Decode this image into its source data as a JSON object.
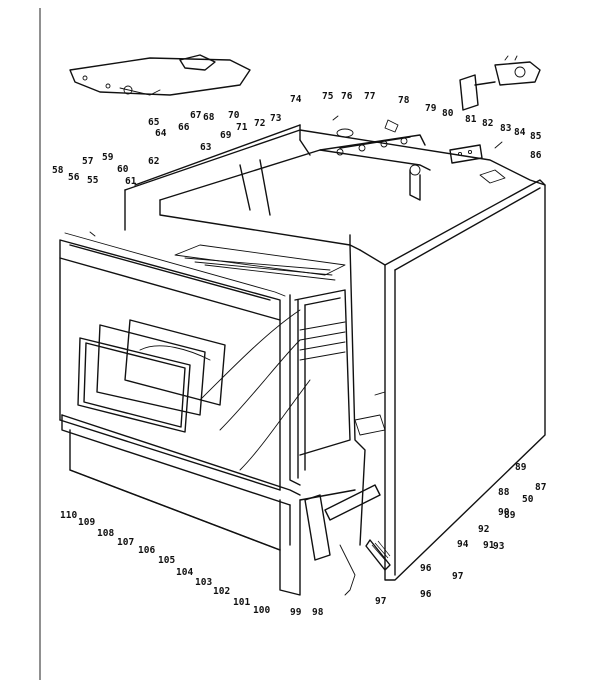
{
  "diagram": {
    "labels": [
      {
        "text": "65"
      },
      {
        "text": "64"
      },
      {
        "text": "66"
      },
      {
        "text": "67"
      },
      {
        "text": "68"
      },
      {
        "text": "70"
      },
      {
        "text": "69"
      },
      {
        "text": "63"
      },
      {
        "text": "71"
      },
      {
        "text": "72"
      },
      {
        "text": "73"
      },
      {
        "text": "74"
      },
      {
        "text": "75"
      },
      {
        "text": "76"
      },
      {
        "text": "77"
      },
      {
        "text": "78"
      },
      {
        "text": "79"
      },
      {
        "text": "80"
      },
      {
        "text": "81"
      },
      {
        "text": "82"
      },
      {
        "text": "83"
      },
      {
        "text": "84"
      },
      {
        "text": "85"
      },
      {
        "text": "86"
      },
      {
        "text": "57"
      },
      {
        "text": "59"
      },
      {
        "text": "60"
      },
      {
        "text": "61"
      },
      {
        "text": "62"
      },
      {
        "text": "58"
      },
      {
        "text": "56"
      },
      {
        "text": "55"
      },
      {
        "text": "89"
      },
      {
        "text": "87"
      },
      {
        "text": "88"
      },
      {
        "text": "90"
      },
      {
        "text": "89"
      },
      {
        "text": "50"
      },
      {
        "text": "92"
      },
      {
        "text": "91"
      },
      {
        "text": "94"
      },
      {
        "text": "93"
      },
      {
        "text": "96"
      },
      {
        "text": "97"
      },
      {
        "text": "96"
      },
      {
        "text": "97"
      },
      {
        "text": "98"
      },
      {
        "text": "99"
      },
      {
        "text": "100"
      },
      {
        "text": "101"
      },
      {
        "text": "102"
      },
      {
        "text": "103"
      },
      {
        "text": "104"
      },
      {
        "text": "105"
      },
      {
        "text": "106"
      },
      {
        "text": "107"
      },
      {
        "text": "108"
      },
      {
        "text": "109"
      },
      {
        "text": "110"
      }
    ]
  }
}
